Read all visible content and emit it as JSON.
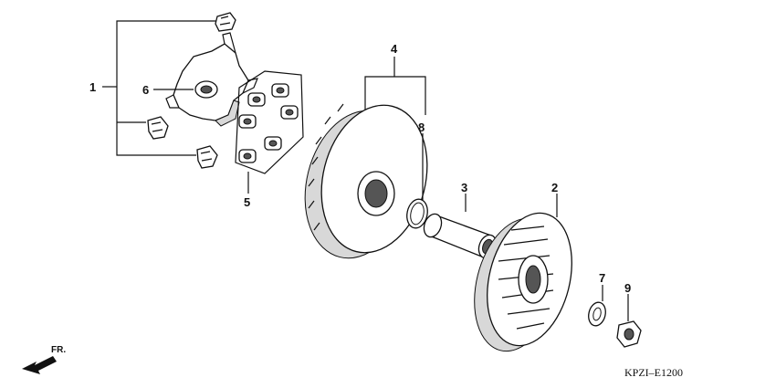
{
  "callouts": [
    {
      "id": "1",
      "text": "1"
    },
    {
      "id": "2",
      "text": "2"
    },
    {
      "id": "3",
      "text": "3"
    },
    {
      "id": "4",
      "text": "4"
    },
    {
      "id": "5",
      "text": "5"
    },
    {
      "id": "6",
      "text": "6"
    },
    {
      "id": "7",
      "text": "7"
    },
    {
      "id": "8",
      "text": "8"
    },
    {
      "id": "9",
      "text": "9"
    }
  ],
  "direction_label": "FR.",
  "diagram_code": "KPZI–E1200"
}
